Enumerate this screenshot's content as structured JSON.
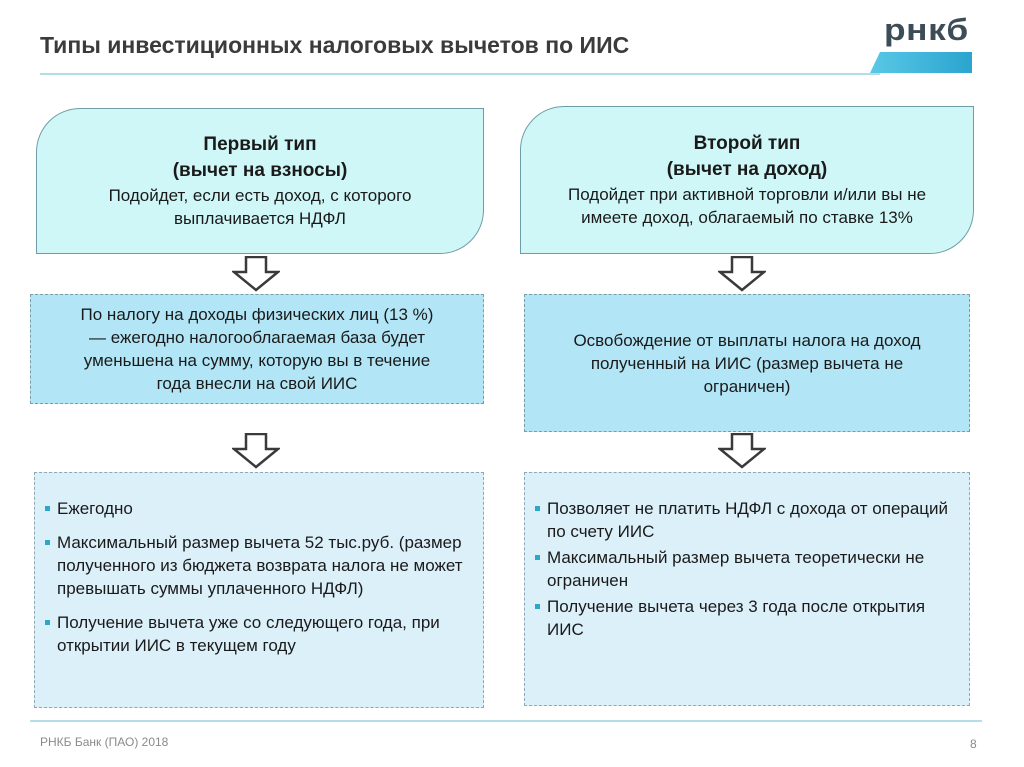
{
  "header": {
    "title": "Типы инвестиционных налоговых вычетов по ИИС",
    "logo_text": "рнкб"
  },
  "types": [
    {
      "name": "Первый тип",
      "subtitle": "(вычет на взносы)",
      "fit": "Подойдет, если есть доход, с которого выплачивается НДФЛ",
      "detail": "По налогу на доходы физических лиц (13 %) — ежегодно налогооблагаемая база будет уменьшена на сумму, которую вы в течение года внесли на свой ИИС",
      "bullets": [
        "Ежегодно",
        "Максимальный размер вычета 52 тыс.руб. (размер полученного из бюджета возврата налога не может превышать суммы уплаченного НДФЛ)",
        "Получение вычета уже со следующего года, при открытии ИИС в текущем году"
      ]
    },
    {
      "name": "Второй тип",
      "subtitle": "(вычет на доход)",
      "fit": "Подойдет при активной торговли и/или вы не имеете доход, облагаемый по ставке 13%",
      "detail": "Освобождение от выплаты налога на доход полученный на ИИС (размер вычета не ограничен)",
      "bullets": [
        "Позволяет не платить НДФЛ с дохода от операций по счету ИИС",
        "Максимальный размер вычета теоретически не ограничен",
        "Получение вычета через 3 года после открытия   ИИС"
      ]
    }
  ],
  "footer": {
    "copyright": "РНКБ Банк (ПАО) 2018",
    "page_number": "8"
  },
  "colors": {
    "type_box_fill": "#cff7f8",
    "detail_box_fill": "#b2e6f6",
    "list_box_fill": "#dcf0fa",
    "accent": "#2aa7c9",
    "logo_text": "#3d4d57"
  }
}
